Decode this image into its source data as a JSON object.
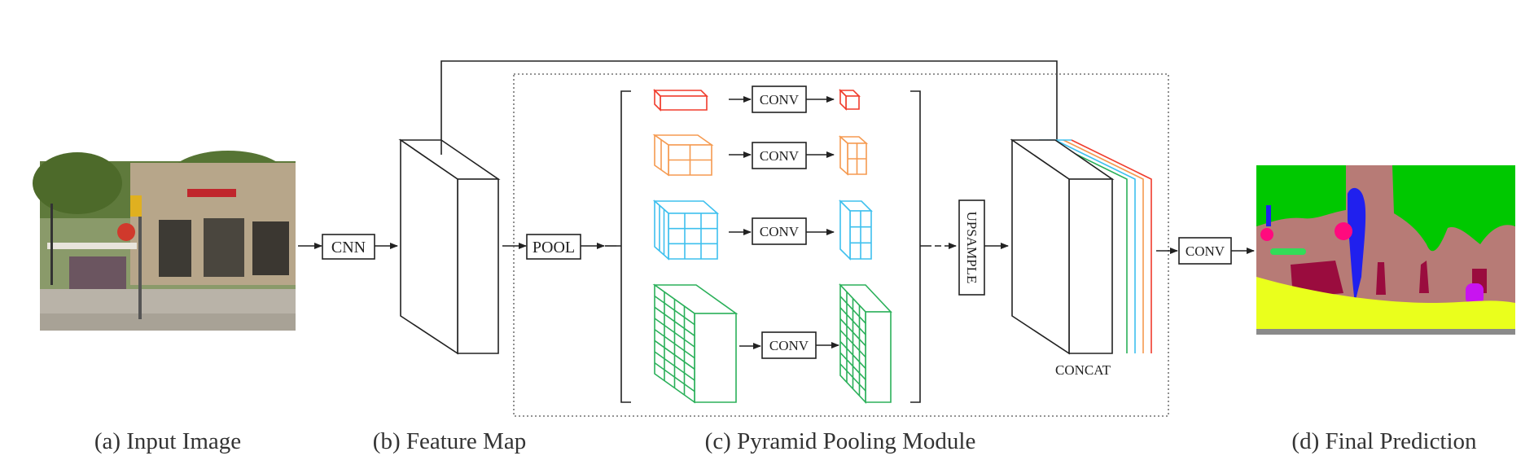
{
  "captions": {
    "input": "(a) Input Image",
    "feature": "(b) Feature Map",
    "ppm": "(c) Pyramid Pooling Module",
    "prediction": "(d) Final Prediction"
  },
  "labels": {
    "cnn": "CNN",
    "pool": "POOL",
    "conv": "CONV",
    "upsample": "UPSAMPLE",
    "concat": "CONCAT",
    "final_conv": "CONV"
  },
  "colors": {
    "level_1": "#f03c2c",
    "level_2": "#f59a50",
    "level_3": "#3ec0ee",
    "level_4": "#2bb05a",
    "stroke": "#222222"
  }
}
